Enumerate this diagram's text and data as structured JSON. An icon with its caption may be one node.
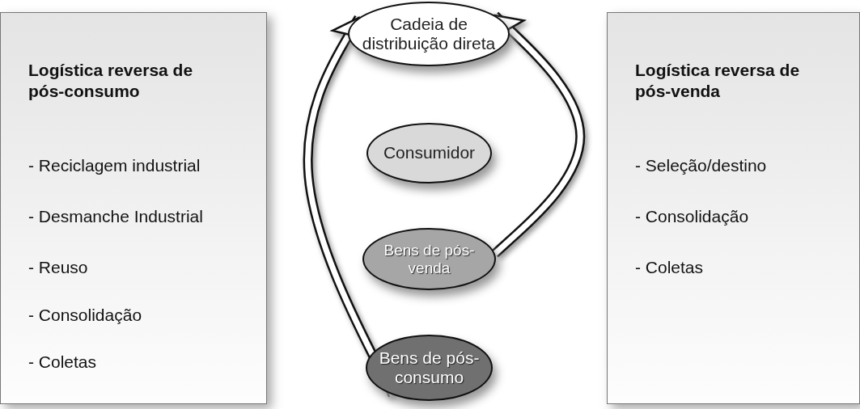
{
  "diagram": {
    "nodes": [
      {
        "text": [
          "Logística reversa de pós-consumo",
          "- Reciclagem industrial",
          "- Desmanche Industrial",
          "- Reuso",
          "- Consolidação",
          "- Coletas"
        ]
      },
      {
        "text": [
          "Cadeia de distribuição direta"
        ]
      },
      {
        "text": [
          "Logística reversa de pós-venda",
          "- Seleção/destino",
          "- Consolidação",
          "- Coletas"
        ]
      },
      {
        "text": [
          "Consumidor"
        ]
      },
      {
        "text": [
          "Bens de pós-venda"
        ]
      },
      {
        "text": [
          "Bens de pós-consumo"
        ]
      }
    ],
    "edges": [
      {
        "from": 5,
        "to": 1,
        "arrow": "to"
      },
      {
        "from": 4,
        "to": 1,
        "arrow": "to"
      }
    ]
  }
}
